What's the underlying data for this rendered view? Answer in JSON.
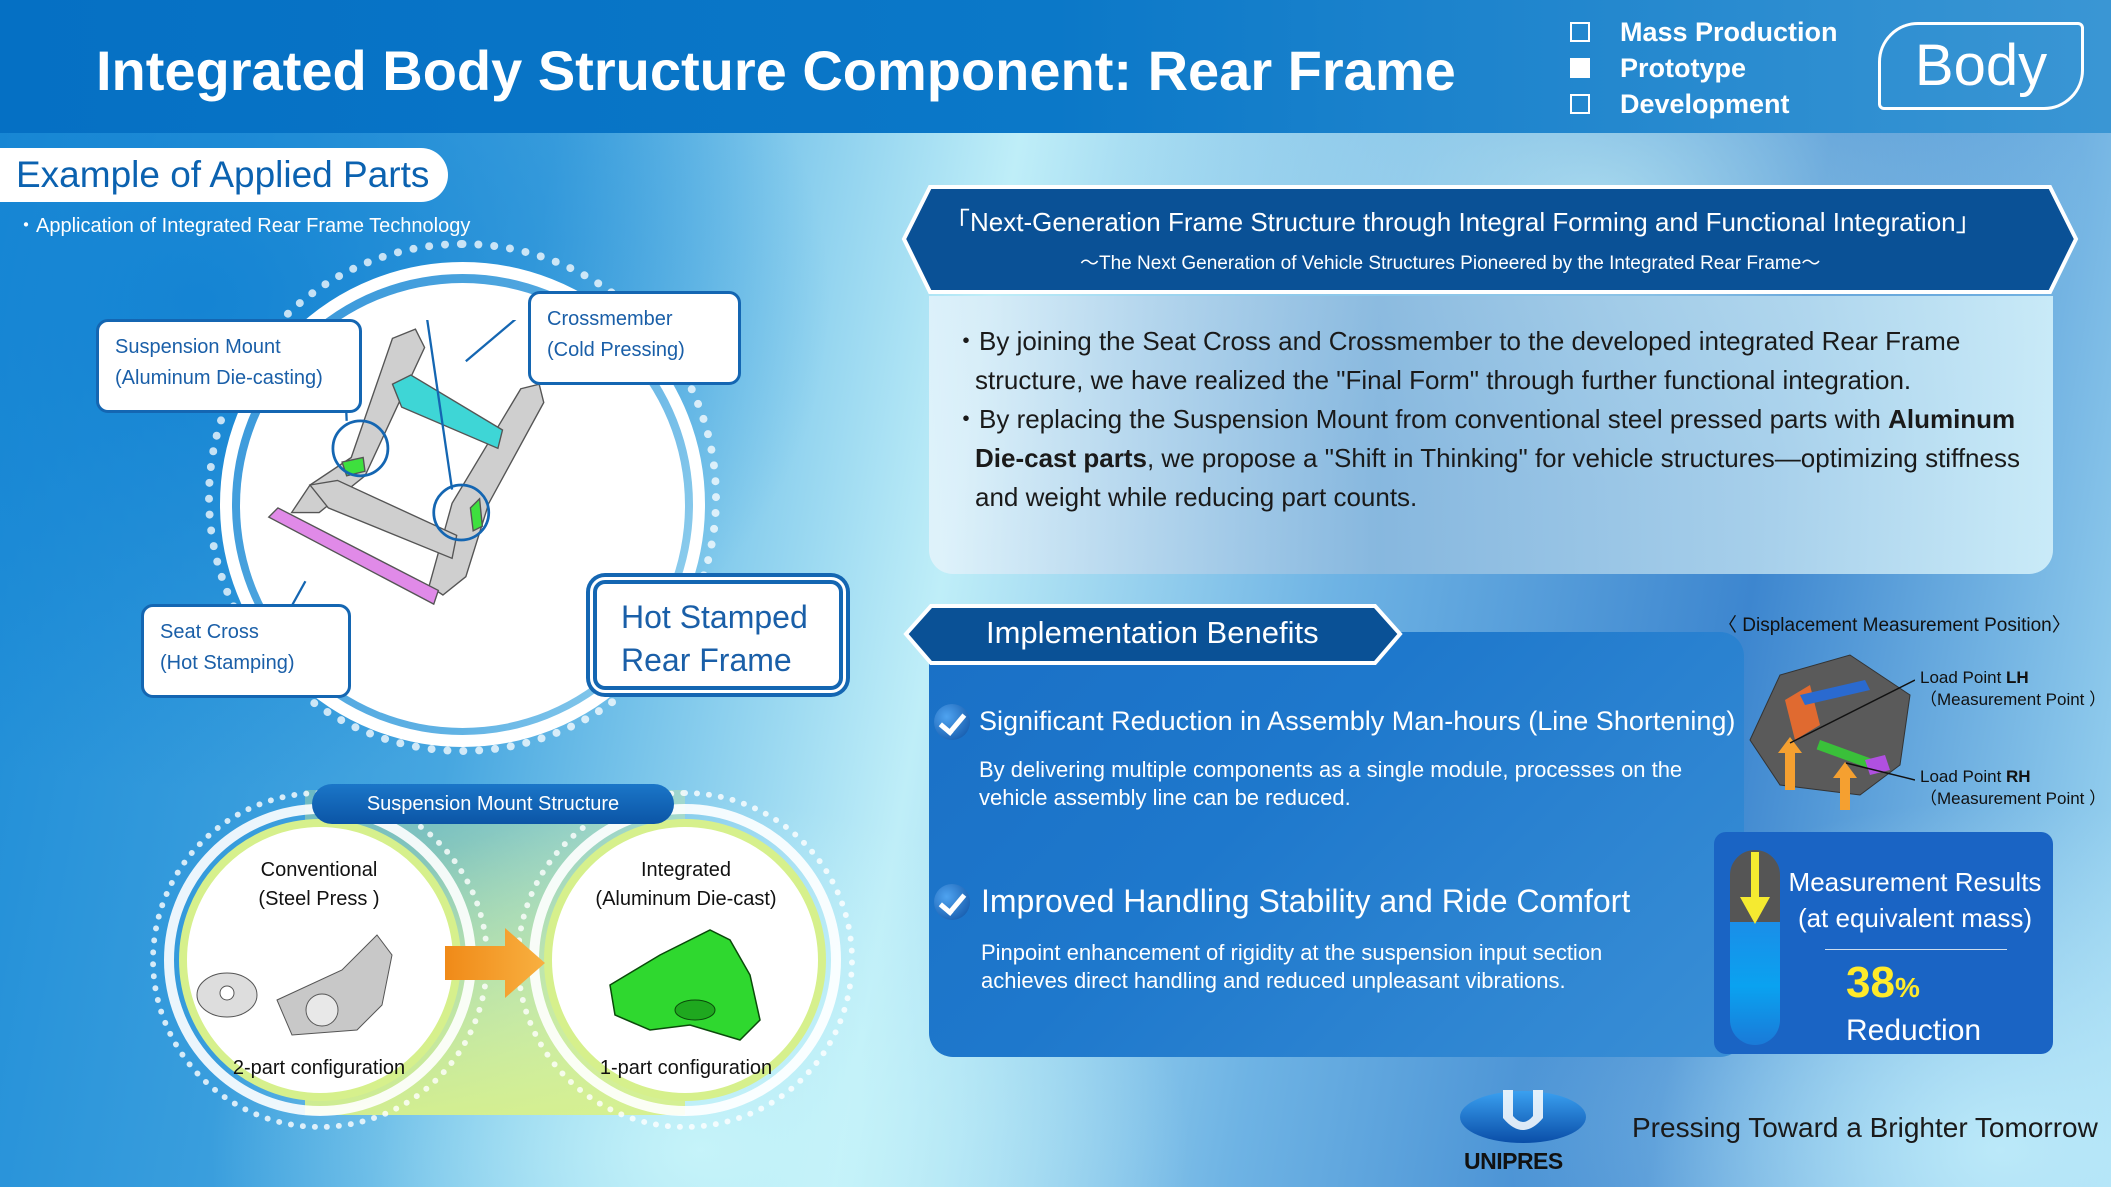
{
  "header": {
    "title": "Integrated Body Structure Component: Rear Frame",
    "stages": [
      {
        "label": "Mass Production",
        "checked": false
      },
      {
        "label": "Prototype",
        "checked": true
      },
      {
        "label": "Development",
        "checked": false
      }
    ],
    "category_badge": "Body"
  },
  "applied_parts": {
    "heading": "Example of Applied Parts",
    "subheading": "・Application of Integrated Rear Frame Technology",
    "callouts": {
      "suspension_mount": {
        "line1": "Suspension Mount",
        "line2": "(Aluminum  Die-casting)"
      },
      "crossmember": {
        "line1": "Crossmember",
        "line2": "(Cold Pressing)"
      },
      "seat_cross": {
        "line1": "Seat Cross",
        "line2": " (Hot Stamping)"
      },
      "rear_frame": {
        "line1": "Hot Stamped",
        "line2": "Rear Frame"
      }
    }
  },
  "suspension_mount_structure": {
    "title": "Suspension Mount Structure",
    "conventional": {
      "line1": "Conventional",
      "line2": "(Steel Press )",
      "config": "2-part configuration"
    },
    "integrated": {
      "line1": "Integrated",
      "line2": "(Aluminum  Die-cast)",
      "config": "1-part configuration"
    }
  },
  "concept": {
    "title": "「Next-Generation Frame Structure through Integral Forming and Functional Integration」",
    "subtitle": "～The Next Generation of Vehicle Structures Pioneered by the Integrated Rear Frame～",
    "bullets": [
      {
        "prefix": "・By joining the Seat Cross and Crossmember to the developed integrated Rear Frame structure, we have realized the \"Final Form\" through further functional integration.",
        "bold": "",
        "suffix": ""
      },
      {
        "prefix": "・By replacing the Suspension Mount from conventional steel pressed parts with ",
        "bold": "Aluminum Die-cast parts",
        "suffix": ", we propose a \"Shift in Thinking\" for vehicle structures—optimizing stiffness and weight while reducing part counts."
      }
    ]
  },
  "benefits": {
    "title": "Implementation Benefits",
    "items": [
      {
        "title": "Significant Reduction in Assembly Man-hours (Line Shortening)",
        "desc": "By delivering multiple components as a single module, processes on the vehicle assembly line can be reduced."
      },
      {
        "title": "Improved Handling Stability and Ride Comfort",
        "desc": "Pinpoint enhancement of rigidity at the suspension input section achieves direct handling and reduced unpleasant vibrations."
      }
    ]
  },
  "displacement": {
    "title": "〈 Displacement  Measurement  Position〉",
    "lh": {
      "prefix": "Load Point ",
      "bold": "LH",
      "sub": "（Measurement Point ）"
    },
    "rh": {
      "prefix": "Load Point ",
      "bold": "RH",
      "sub": "（Measurement Point ）"
    }
  },
  "measurement": {
    "line1": "Measurement Results",
    "line2": "(at equivalent mass)",
    "value": "38",
    "unit": "%",
    "label": "Reduction",
    "reduction_percent": 38
  },
  "footer": {
    "brand": "UNIPRES",
    "tagline": "Pressing Toward a Brighter Tomorrow"
  },
  "colors": {
    "brand_blue": "#0570c4",
    "dark_navy": "#0a5196",
    "highlight_yellow": "#ffea2a",
    "orange_arrow": "#f7931e",
    "green_part": "#2fd82f"
  }
}
